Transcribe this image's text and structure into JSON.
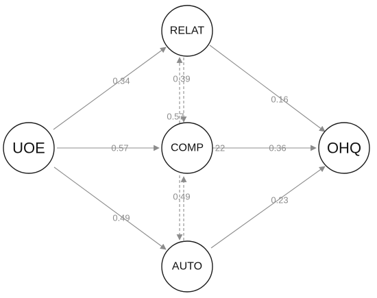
{
  "nodes": {
    "relat": {
      "label": "RELAT"
    },
    "uoe": {
      "label": "UOE"
    },
    "comp": {
      "label": "COMP"
    },
    "ohq": {
      "label": "OHQ"
    },
    "auto": {
      "label": "AUTO"
    }
  },
  "edges": {
    "uoe_relat": {
      "from": "UOE",
      "to": "RELAT",
      "label": "0.34"
    },
    "uoe_comp": {
      "from": "UOE",
      "to": "COMP",
      "label": "0.57"
    },
    "uoe_auto": {
      "from": "UOE",
      "to": "AUTO",
      "label": "0.49"
    },
    "relat_ohq": {
      "from": "RELAT",
      "to": "OHQ",
      "label": "0.16"
    },
    "comp_ohq": {
      "from": "COMP",
      "to": "OHQ",
      "label": "0.36"
    },
    "comp_ohq_partial": {
      "label": "22"
    },
    "auto_ohq": {
      "from": "AUTO",
      "to": "OHQ",
      "label": "0.23"
    },
    "comp_relat": {
      "from": "COMP",
      "to": "RELAT",
      "label": "0.39",
      "style": "dashed"
    },
    "comp_self": {
      "label": "0.57"
    },
    "comp_auto": {
      "from": "COMP",
      "to": "AUTO",
      "label": "0.49",
      "style": "dashed"
    }
  },
  "colors": {
    "edge": "#8c8c8c",
    "node_stroke": "#1a1a1a",
    "node_fill": "#ffffff"
  }
}
